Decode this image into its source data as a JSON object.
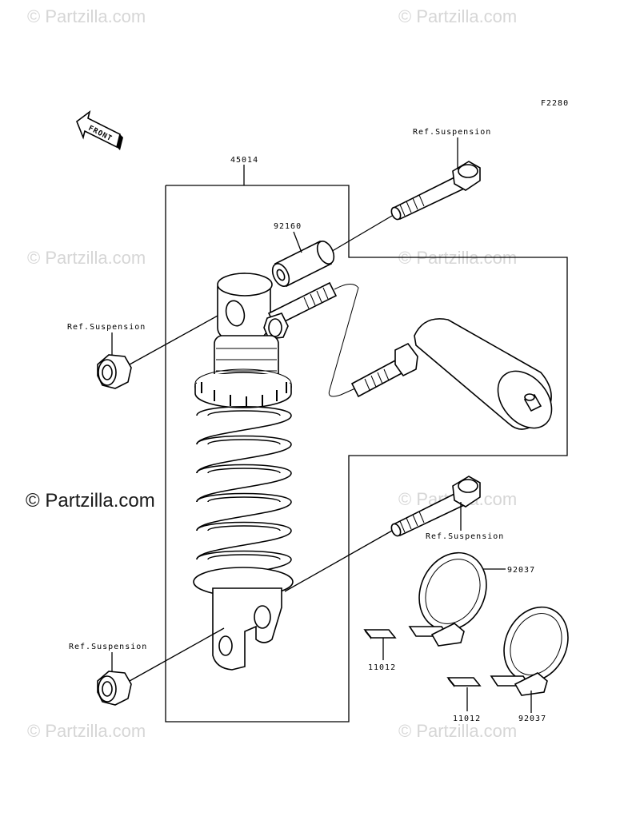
{
  "diagram_code": "F2280",
  "front_arrow": "FRONT",
  "watermark": "© Partzilla.com",
  "labels": {
    "shock_assembly": "45014",
    "collar": "92160",
    "ref_top_bolt": "Ref.Suspension",
    "ref_left_top_nut": "Ref.Suspension",
    "ref_lower_bolt": "Ref.Suspension",
    "ref_left_bottom_nut": "Ref.Suspension",
    "clamp_upper": "92037",
    "clamp_lower": "92037",
    "pad_left": "11012",
    "pad_right": "11012"
  }
}
